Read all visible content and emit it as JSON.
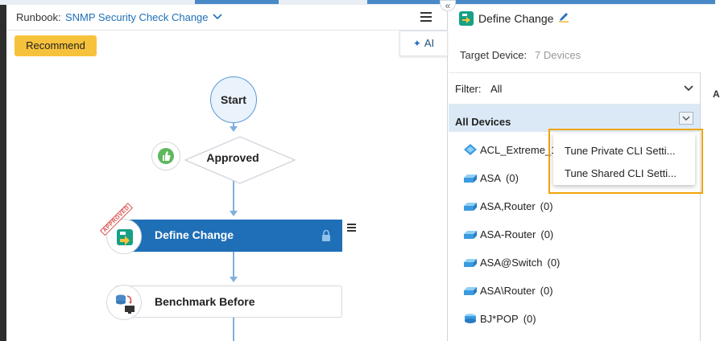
{
  "runbook": {
    "label": "Runbook:",
    "name": "SNMP Security Check Change"
  },
  "toolbar": {
    "recommend_label": "Recommend",
    "ai_label": "AI"
  },
  "collapse": {
    "glyph": "«"
  },
  "flow": {
    "start_label": "Start",
    "approved_label": "Approved",
    "define_label": "Define Change",
    "define_stamp": "APPROVED",
    "benchmark_label": "Benchmark Before"
  },
  "panel": {
    "title": "Define Change",
    "target_label": "Target Device:",
    "target_value": "7 Devices",
    "filter_label": "Filter:",
    "filter_value": "All",
    "all_devices_label": "All Devices",
    "edge_letter": "A"
  },
  "devices": [
    {
      "name": "ACL_Extreme_1",
      "count": ""
    },
    {
      "name": "ASA",
      "count": "(0)"
    },
    {
      "name": "ASA,Router",
      "count": "(0)"
    },
    {
      "name": "ASA-Router",
      "count": "(0)"
    },
    {
      "name": "ASA@Switch",
      "count": "(0)"
    },
    {
      "name": "ASA\\Router",
      "count": "(0)"
    },
    {
      "name": "BJ*POP",
      "count": "(0)"
    }
  ],
  "context_menu": {
    "items": [
      {
        "label": "Tune Private CLI Setti..."
      },
      {
        "label": "Tune Shared CLI Setti..."
      }
    ]
  },
  "colors": {
    "accent_blue": "#1f6fb7",
    "recommend_yellow": "#f7c23b",
    "highlight_orange": "#f0a30a",
    "selected_row": "#dbe9f6"
  }
}
